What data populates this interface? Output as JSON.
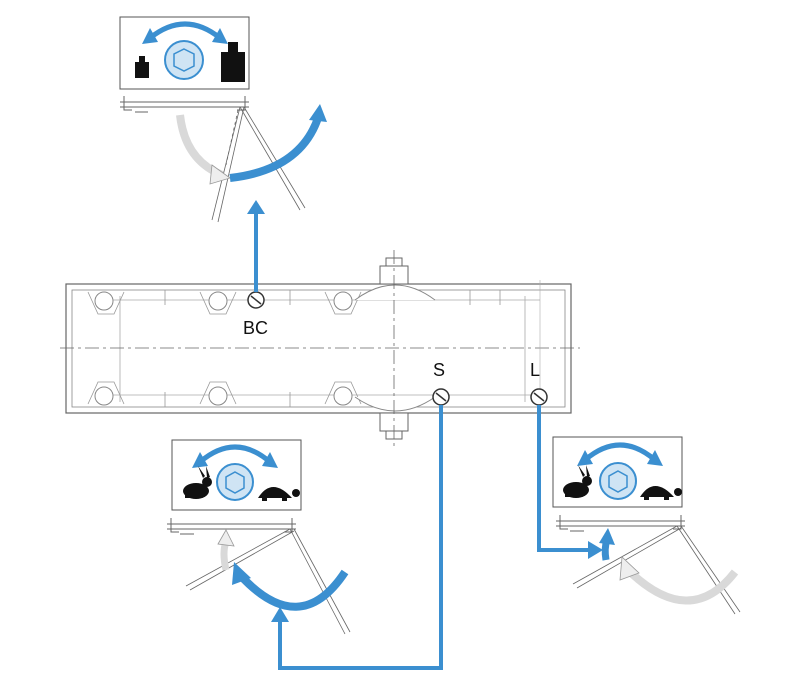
{
  "labels": {
    "bc": "BC",
    "s": "S",
    "l": "L"
  },
  "panels": [
    {
      "id": "backcheck",
      "left_icon": "small-weight-icon",
      "right_icon": "large-weight-icon",
      "center_icon": "hex-nut-icon"
    },
    {
      "id": "speed",
      "left_icon": "rabbit-icon",
      "right_icon": "turtle-icon",
      "center_icon": "hex-nut-icon"
    },
    {
      "id": "latch",
      "left_icon": "rabbit-icon",
      "right_icon": "turtle-icon",
      "center_icon": "hex-nut-icon"
    }
  ],
  "colors": {
    "accent": "#3b8fd0",
    "accent_light": "#cfe4f4",
    "line": "#555555",
    "muted_arrow": "#d9d9d9",
    "icon": "#111111"
  }
}
